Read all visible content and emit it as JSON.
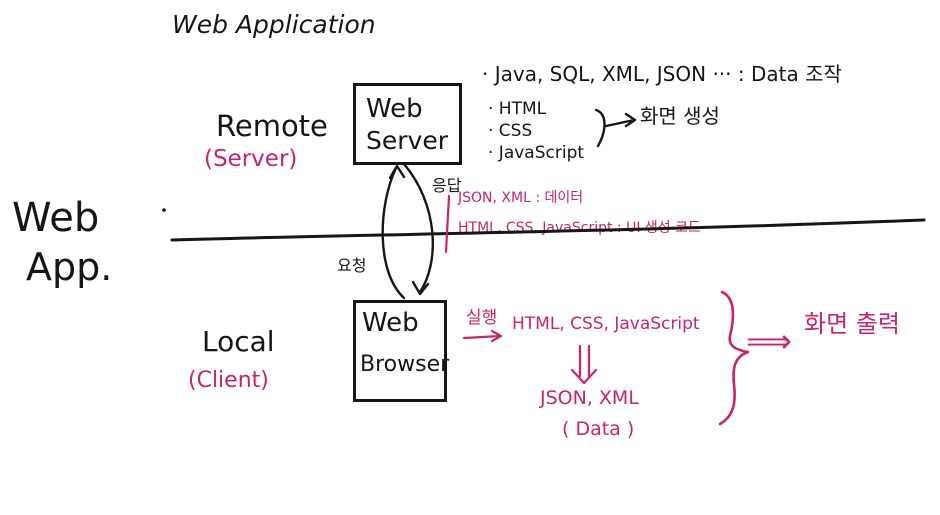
{
  "title": "Web Application",
  "side_label": {
    "line1": "Web",
    "line2": "App."
  },
  "remote": {
    "label": "Remote",
    "sublabel": "(Server)",
    "box_line1": "Web",
    "box_line2": "Server",
    "data_list": "· Java, SQL, XML, JSON ··· : Data 조작",
    "front_list": [
      "· HTML",
      "· CSS",
      "· JavaScript"
    ],
    "front_result": "화면 생성"
  },
  "response": {
    "label": "응답",
    "line1": "JSON, XML : 데이터",
    "line2": "HTML, CSS, JavaScript : UI 생성 코드"
  },
  "request": {
    "label": "요청"
  },
  "local": {
    "label": "Local",
    "sublabel": "(Client)",
    "box_line1": "Web",
    "box_line2": "Browser",
    "exec_label": "실행",
    "exec_items": "HTML, CSS, JavaScript",
    "data_items": "JSON, XML",
    "data_note": "( Data )",
    "result_arrow": "⟹",
    "result": "화면 출력"
  },
  "colors": {
    "ink": "#161616",
    "accent": "#c7246b"
  }
}
